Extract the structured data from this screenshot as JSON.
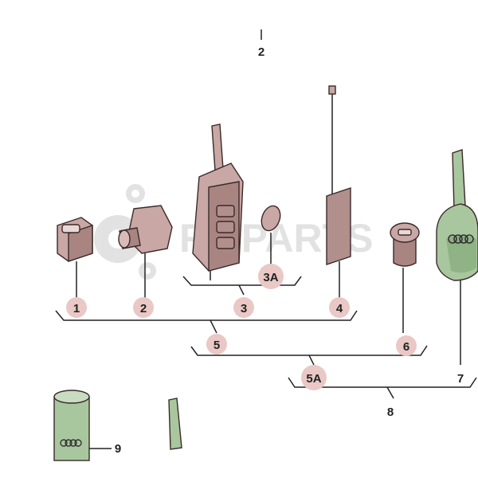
{
  "page_header": {
    "label": "2"
  },
  "watermark": {
    "text": "RMPARTS"
  },
  "callouts": [
    {
      "id": "c1",
      "label": "1"
    },
    {
      "id": "c2",
      "label": "2"
    },
    {
      "id": "c3",
      "label": "3"
    },
    {
      "id": "c3a",
      "label": "3A"
    },
    {
      "id": "c4",
      "label": "4"
    },
    {
      "id": "c5",
      "label": "5"
    },
    {
      "id": "c5a",
      "label": "5A"
    },
    {
      "id": "c6",
      "label": "6"
    },
    {
      "id": "c7",
      "label": "7"
    },
    {
      "id": "c8",
      "label": "8"
    },
    {
      "id": "c9",
      "label": "9"
    }
  ],
  "colors": {
    "part_fill": "#c9a7a5",
    "part_shade": "#a98582",
    "key_green": "#a9c79e",
    "key_green_dark": "#7fa574",
    "circle_highlight": "#e9c8c6",
    "line": "#222222"
  }
}
